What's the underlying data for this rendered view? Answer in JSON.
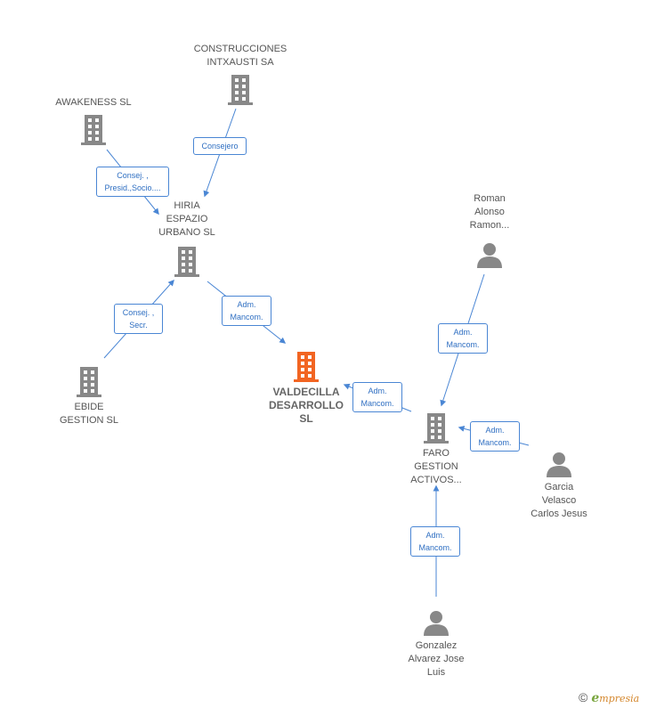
{
  "colors": {
    "company": "#888888",
    "highlight": "#f26522",
    "person": "#888888",
    "edge": "#4a86d4"
  },
  "nodes": {
    "construcciones": {
      "label": "CONSTRUCCIONES\nINTXAUSTI SA",
      "icon": "building-icon"
    },
    "awakeness": {
      "label": "AWAKENESS  SL",
      "icon": "building-icon"
    },
    "hiria": {
      "label": "HIRIA\nESPAZIO\nURBANO  SL",
      "icon": "building-icon"
    },
    "ebide": {
      "label": "EBIDE\nGESTION  SL",
      "icon": "building-icon"
    },
    "valdecilla": {
      "label": "VALDECILLA\nDESARROLLO\nSL",
      "icon": "building-icon"
    },
    "roman": {
      "label": "Roman\nAlonso\nRamon...",
      "icon": "person-icon"
    },
    "faro": {
      "label": "FARO\nGESTION\nACTIVOS...",
      "icon": "building-icon"
    },
    "garcia": {
      "label": "Garcia\nVelasco\nCarlos Jesus",
      "icon": "person-icon"
    },
    "gonzalez": {
      "label": "Gonzalez\nAlvarez Jose\nLuis",
      "icon": "person-icon"
    }
  },
  "edges": {
    "construcciones_hiria": "Consejero",
    "awakeness_hiria": "Consej. ,\nPresid.,Socio....",
    "ebide_hiria": "Consej. ,\nSecr.",
    "hiria_valdecilla": "Adm.\nMancom.",
    "faro_valdecilla": "Adm.\nMancom.",
    "roman_faro": "Adm.\nMancom.",
    "garcia_faro": "Adm.\nMancom.",
    "gonzalez_faro": "Adm.\nMancom."
  },
  "footer": {
    "copyright": "©",
    "brand_initial": "e",
    "brand_rest": "mpresia"
  }
}
